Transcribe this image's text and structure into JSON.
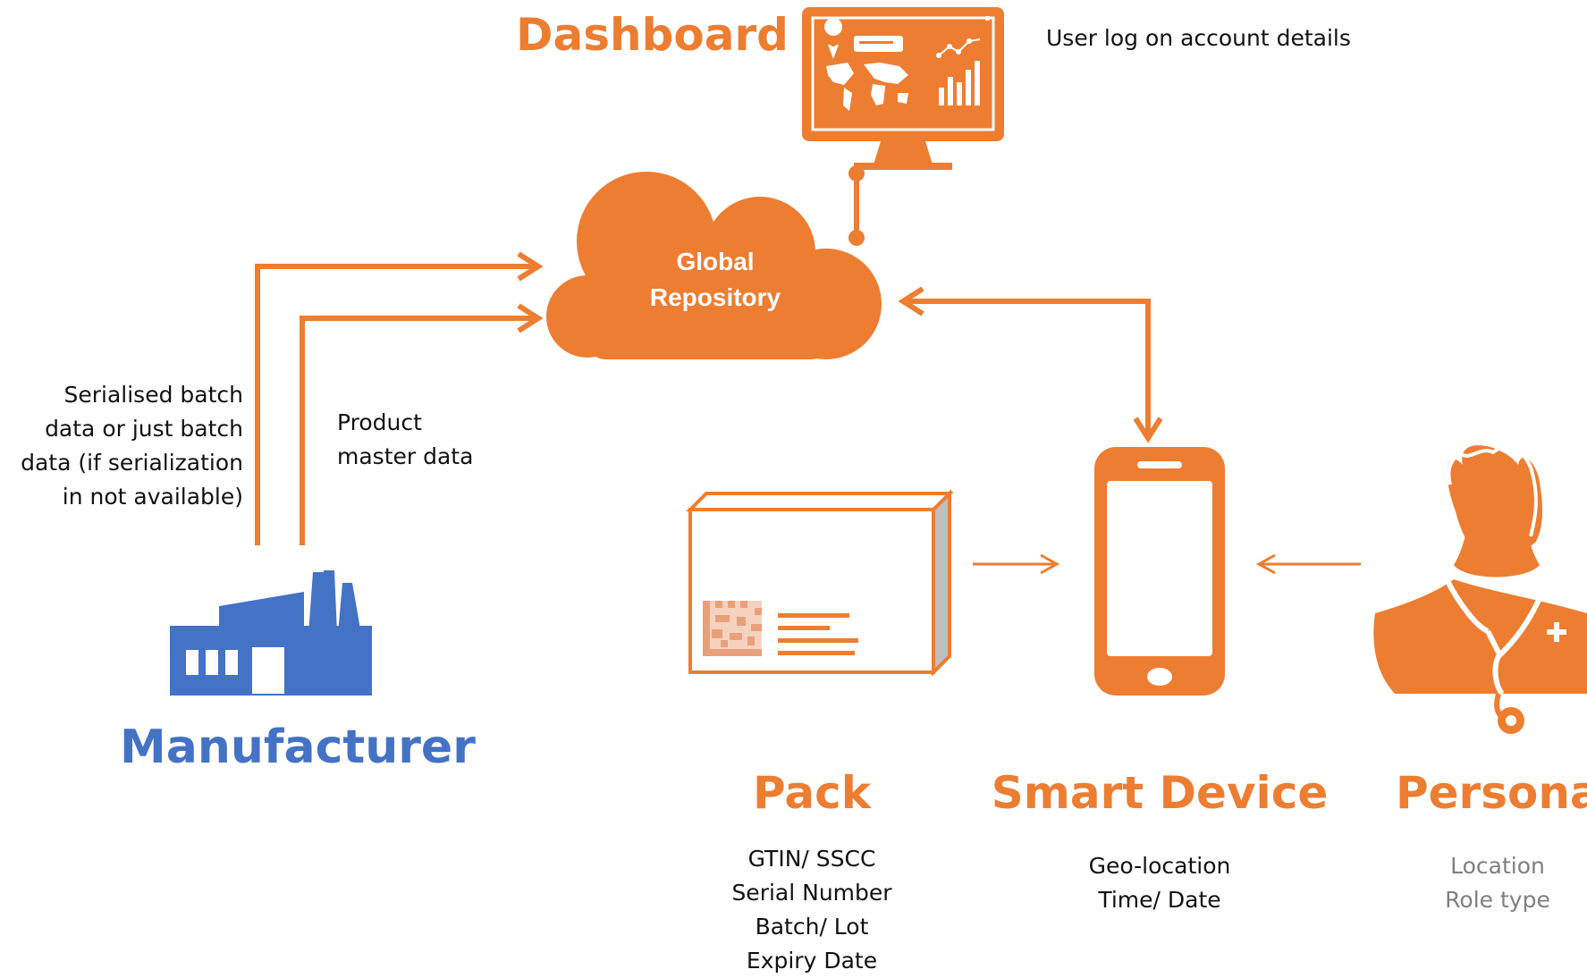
{
  "dashboard": {
    "title": "Dashboard",
    "note": "User log on account details"
  },
  "repository": {
    "line1": "Global",
    "line2": "Repository"
  },
  "manufacturer": {
    "title": "Manufacturer",
    "batch_label_lines": [
      "Serialised batch",
      "data or just batch",
      "data (if serialization",
      "in not available)"
    ],
    "master_label_lines": [
      "Product",
      "master data"
    ]
  },
  "pack": {
    "title": "Pack",
    "details": [
      "GTIN/ SSCC",
      "Serial Number",
      "Batch/ Lot",
      "Expiry Date"
    ]
  },
  "smart_device": {
    "title": "Smart Device",
    "details": [
      "Geo-location",
      "Time/ Date"
    ]
  },
  "persona": {
    "title": "Persona",
    "details": [
      "Location",
      "Role type"
    ]
  },
  "colors": {
    "orange": "#ED7D31",
    "blue": "#4472C4",
    "gray_text": "#7f7f7f"
  }
}
